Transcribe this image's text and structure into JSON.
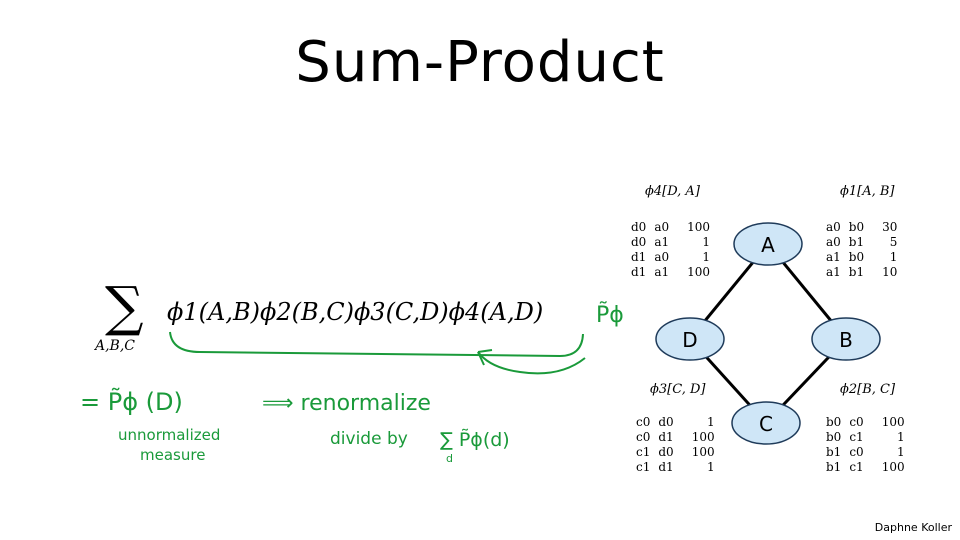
{
  "title": "Sum-Product",
  "credit": "Daphne Koller",
  "formula": {
    "sum_symbol": "∑",
    "sum_subscript": "A,B,C",
    "product": "ϕ1(A,B)ϕ2(B,C)ϕ3(C,D)ϕ4(A,D)"
  },
  "annotations": {
    "p_tilde_right": "P̃ɸ",
    "equals_line": "= P̃ɸ (D)",
    "unnormalized": "unnormalized",
    "measure": "measure",
    "renormalize": "⟹ renormalize",
    "divide_by": "divide by",
    "sum_expr": "∑ P̃ɸ(d)",
    "sum_sub": "d"
  },
  "nodes": {
    "A": "A",
    "B": "B",
    "C": "C",
    "D": "D"
  },
  "factors": {
    "phi4": {
      "title": "ϕ4[D, A]",
      "rows": [
        [
          "d0",
          "a0",
          "100"
        ],
        [
          "d0",
          "a1",
          "1"
        ],
        [
          "d1",
          "a0",
          "1"
        ],
        [
          "d1",
          "a1",
          "100"
        ]
      ]
    },
    "phi1": {
      "title": "ϕ1[A, B]",
      "rows": [
        [
          "a0",
          "b0",
          "30"
        ],
        [
          "a0",
          "b1",
          "5"
        ],
        [
          "a1",
          "b0",
          "1"
        ],
        [
          "a1",
          "b1",
          "10"
        ]
      ]
    },
    "phi3": {
      "title": "ϕ3[C, D]",
      "rows": [
        [
          "c0",
          "d0",
          "1"
        ],
        [
          "c0",
          "d1",
          "100"
        ],
        [
          "c1",
          "d0",
          "100"
        ],
        [
          "c1",
          "d1",
          "1"
        ]
      ]
    },
    "phi2": {
      "title": "ϕ2[B, C]",
      "rows": [
        [
          "b0",
          "c0",
          "100"
        ],
        [
          "b0",
          "c1",
          "1"
        ],
        [
          "b1",
          "c0",
          "1"
        ],
        [
          "b1",
          "c1",
          "100"
        ]
      ]
    }
  },
  "colors": {
    "ink": "#1a9a3a",
    "node_fill": "#cfe6f7",
    "node_stroke": "#1f3b5a"
  }
}
